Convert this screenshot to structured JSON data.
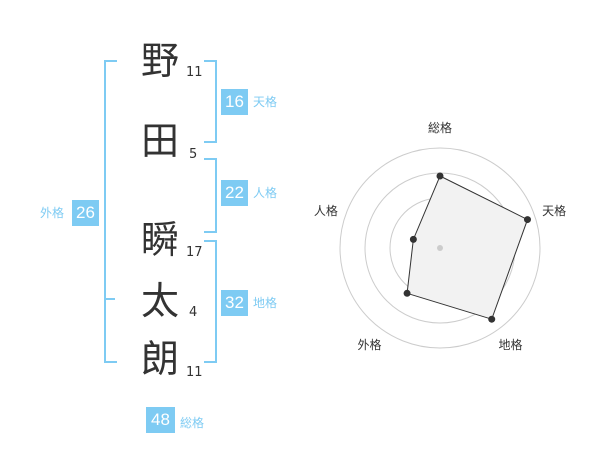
{
  "name": {
    "chars": [
      {
        "kanji": "野",
        "strokes": "11"
      },
      {
        "kanji": "田",
        "strokes": "5"
      },
      {
        "kanji": "瞬",
        "strokes": "17"
      },
      {
        "kanji": "太",
        "strokes": "4"
      },
      {
        "kanji": "朗",
        "strokes": "11"
      }
    ]
  },
  "kakusu": {
    "tenkaku": {
      "value": "16",
      "label": "天格"
    },
    "jinkaku": {
      "value": "22",
      "label": "人格"
    },
    "chikaku": {
      "value": "32",
      "label": "地格"
    },
    "gaikaku": {
      "value": "26",
      "label": "外格"
    },
    "soukaku": {
      "value": "48",
      "label": "総格"
    }
  },
  "colors": {
    "accent": "#7ecbf3",
    "text": "#333333",
    "radar_fill": "#f2f2f2",
    "radar_grid": "#cccccc"
  },
  "chart_data": {
    "type": "radar",
    "axes": [
      "総格",
      "天格",
      "地格",
      "外格",
      "人格"
    ],
    "max": 5,
    "rings": 4,
    "values": [
      3.6,
      4.6,
      4.4,
      2.8,
      1.4
    ]
  }
}
